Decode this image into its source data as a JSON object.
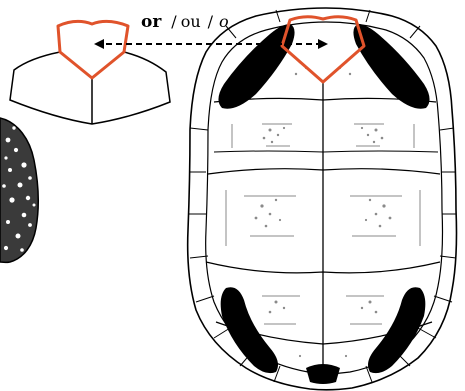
{
  "caption": {
    "or_word": "or",
    "slash_1": "/",
    "option_ou": "ou",
    "slash_2": "/",
    "option_o": "o"
  },
  "colors": {
    "highlight": "#e0532b",
    "ink": "#000000",
    "paper": "#ffffff",
    "stipple": "#8a8a8a"
  },
  "icons": [
    "scute-inset",
    "turtle-shell",
    "double-arrow",
    "turtle-head-fragment"
  ]
}
